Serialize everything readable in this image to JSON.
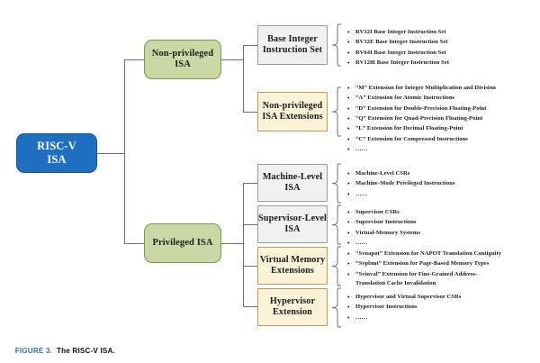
{
  "figure": {
    "number_label": "FIGURE 3.",
    "caption_text": "The RISC-V ISA.",
    "accent_color": "#3a6fa8"
  },
  "colors": {
    "root_fill": "#1f6fc0",
    "root_border": "#14558f",
    "green_fill": "#c9d8a4",
    "green_border": "#7e9451",
    "grey_fill": "#f0f0f0",
    "grey_border": "#9a9a9a",
    "cream_fill": "#fbf2d8",
    "cream_border": "#b79b5e",
    "line": "#6f6f6f"
  },
  "root": {
    "label": "RISC-V\nISA"
  },
  "branches": [
    {
      "id": "non-privileged-isa",
      "label": "Non-privileged\nISA",
      "children": [
        {
          "id": "base-integer-instruction-set",
          "label": "Base Integer\nInstruction Set",
          "style": "grey",
          "bullets": [
            "RV32I Base Integer Instruction Set",
            "RV32E Base Integer Instruction Set",
            "RV64I Base Integer Instruction Set",
            "RV128I Base Integer Instruction Set"
          ]
        },
        {
          "id": "non-privileged-isa-extensions",
          "label": "Non-privileged\nISA Extensions",
          "style": "cream",
          "bullets": [
            "“M”  Extension for Integer Multiplication and Division",
            "“A”  Extension for Atomic Instructions",
            "“D”  Extension for Double-Precision Floating-Point",
            "“Q”  Extension for Quad-Precision Floating-Point",
            "“L”  Extension for Decimal Floating-Point",
            "“C”  Extension for Compressed Instructions",
            "……"
          ]
        }
      ]
    },
    {
      "id": "privileged-isa",
      "label": "Privileged ISA",
      "children": [
        {
          "id": "machine-level-isa",
          "label": "Machine-Level\nISA",
          "style": "grey",
          "bullets": [
            "Machine-Level CSRs",
            "Machine-Mode Privileged Instructions",
            "……"
          ]
        },
        {
          "id": "supervisor-level-isa",
          "label": "Supervisor-Level\nISA",
          "style": "grey",
          "bullets": [
            "Supervisor CSRs",
            "Supervisor Instructions",
            "Virtual-Memory Systems",
            "……"
          ]
        },
        {
          "id": "virtual-memory-extensions",
          "label": "Virtual Memory\nExtensions",
          "style": "cream",
          "bullets": [
            "“Svnapot”  Extension for NAPOT Translation Contiguity",
            "“Svpbmt”  Extension for Page-Based Memory Types",
            "“Svinval”  Extension for Fine-Grained Address-\nTranslation Cache Invalidation"
          ]
        },
        {
          "id": "hypervisor-extension",
          "label": "Hypervisor\nExtension",
          "style": "cream",
          "bullets": [
            "Hypervisor and Virtual Supervisor CSRs",
            "Hypervisor Instructions",
            "……"
          ]
        }
      ]
    }
  ]
}
